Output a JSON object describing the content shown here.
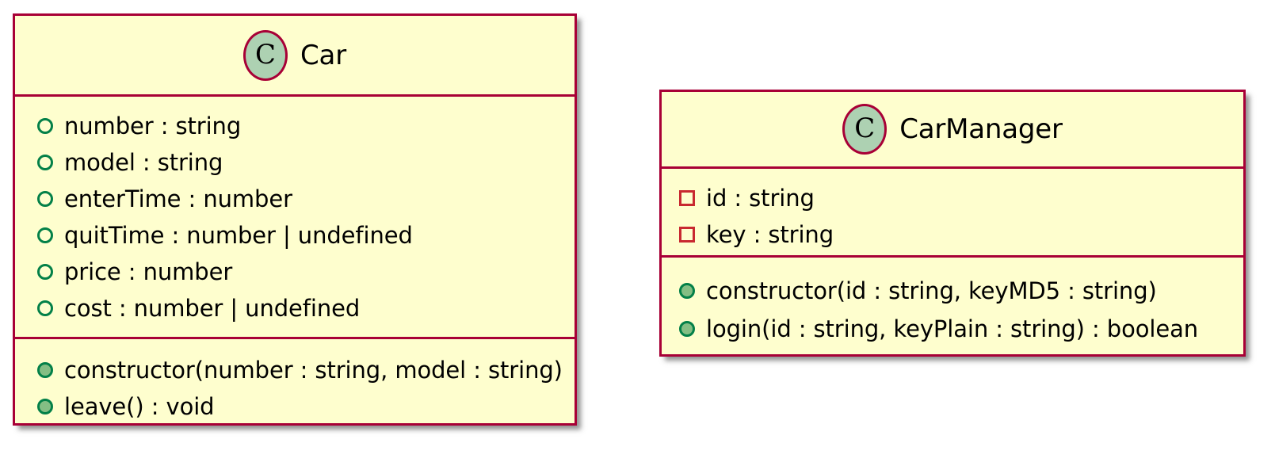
{
  "diagram": {
    "type": "uml-class-diagram",
    "background_color": "#FFFFFF",
    "colors": {
      "class_border": "#A80036",
      "class_fill": "#FEFECE",
      "stereotype_fill": "#ADD1B2",
      "public_marker_stroke": "#038048",
      "public_marker_fill": "#84BE84",
      "private_marker_stroke": "#C82930",
      "shadow": "#808080",
      "text": "#000000"
    },
    "classes": [
      {
        "name": "Car",
        "stereotype_letter": "C",
        "attributes": [
          {
            "marker": "circle-hollow",
            "visibility": "public",
            "text": "number : string"
          },
          {
            "marker": "circle-hollow",
            "visibility": "public",
            "text": "model : string"
          },
          {
            "marker": "circle-hollow",
            "visibility": "public",
            "text": "enterTime : number"
          },
          {
            "marker": "circle-hollow",
            "visibility": "public",
            "text": "quitTime : number | undefined"
          },
          {
            "marker": "circle-hollow",
            "visibility": "public",
            "text": "price : number"
          },
          {
            "marker": "circle-hollow",
            "visibility": "public",
            "text": "cost : number | undefined"
          }
        ],
        "methods": [
          {
            "marker": "circle-filled",
            "visibility": "public",
            "text": "constructor(number : string, model : string)"
          },
          {
            "marker": "circle-filled",
            "visibility": "public",
            "text": "leave() : void"
          }
        ]
      },
      {
        "name": "CarManager",
        "stereotype_letter": "C",
        "attributes": [
          {
            "marker": "square-hollow",
            "visibility": "private",
            "text": "id : string"
          },
          {
            "marker": "square-hollow",
            "visibility": "private",
            "text": "key : string"
          }
        ],
        "methods": [
          {
            "marker": "circle-filled",
            "visibility": "public",
            "text": "constructor(id : string, keyMD5 : string)"
          },
          {
            "marker": "circle-filled",
            "visibility": "public",
            "text": "login(id : string, keyPlain : string) : boolean"
          }
        ]
      }
    ]
  }
}
